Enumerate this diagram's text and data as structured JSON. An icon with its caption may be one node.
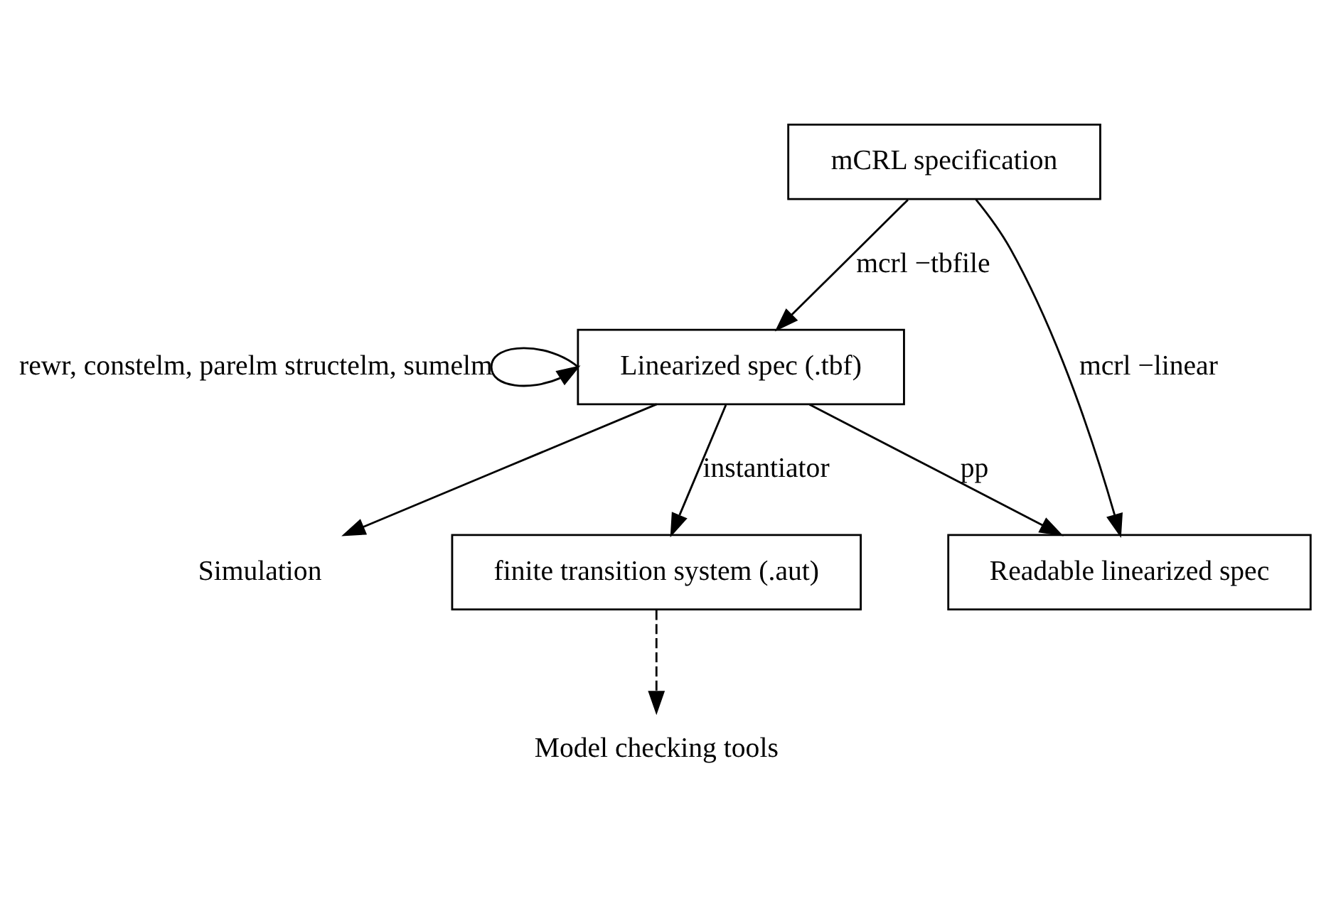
{
  "diagram": {
    "nodes": [
      {
        "text": [
          "mCRL specification"
        ]
      },
      {
        "text": [
          "Linearized spec (.tbf)"
        ]
      },
      {
        "text": [
          "Simulation"
        ]
      },
      {
        "text": [
          "finite transition system (.aut)"
        ]
      },
      {
        "text": [
          "Readable linearized spec"
        ]
      },
      {
        "text": [
          "Model checking tools"
        ]
      }
    ],
    "edges": [
      {
        "from": 0,
        "to": 1,
        "arrow": "to",
        "label": "mcrl −tbfile"
      },
      {
        "from": 0,
        "to": 4,
        "arrow": "to",
        "label": "mcrl −linear"
      },
      {
        "from": 1,
        "to": 1,
        "arrow": "to",
        "label": "rewr, constelm, parelm structelm, sumelm"
      },
      {
        "from": 1,
        "to": 2,
        "arrow": "to"
      },
      {
        "from": 1,
        "to": 3,
        "arrow": "to",
        "label": "instantiator"
      },
      {
        "from": 1,
        "to": 4,
        "arrow": "to",
        "label": "pp"
      },
      {
        "from": 3,
        "to": 5,
        "arrow": "to",
        "style": "dashed"
      }
    ]
  }
}
